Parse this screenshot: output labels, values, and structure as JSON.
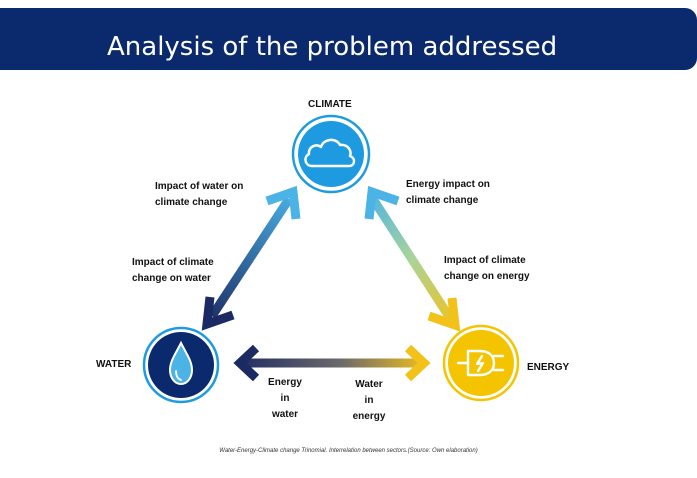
{
  "header": {
    "title": "Analysis of the problem addressed"
  },
  "nodes": {
    "climate": "CLIMATE",
    "water": "WATER",
    "energy": "ENERGY"
  },
  "labels": {
    "water_on_climate": [
      "Impact of water on",
      "climate change"
    ],
    "climate_on_water": [
      "Impact of climate",
      "change on water"
    ],
    "energy_on_climate": [
      "Energy impact on",
      "climate change"
    ],
    "climate_on_energy": [
      "Impact of climate",
      "change on energy"
    ],
    "energy_in_water": [
      "Energy",
      "in",
      "water"
    ],
    "water_in_energy": [
      "Water",
      "in",
      "energy"
    ]
  },
  "caption": "Water-Energy-Climate change Trinomial. Interrelation between sectors.(Source: Own elaboration)",
  "colors": {
    "header": "#0b2a6e",
    "climate_circle": "#1e9be0",
    "water_circle": "#0b2a6e",
    "energy_circle": "#f5c400",
    "arrow_light_blue": "#4bb3e6",
    "arrow_dark_navy": "#1b2a63",
    "arrow_yellow": "#f2c21a"
  },
  "icons": {
    "climate": "cloud-icon",
    "water": "water-drop-icon",
    "energy": "plug-icon"
  }
}
